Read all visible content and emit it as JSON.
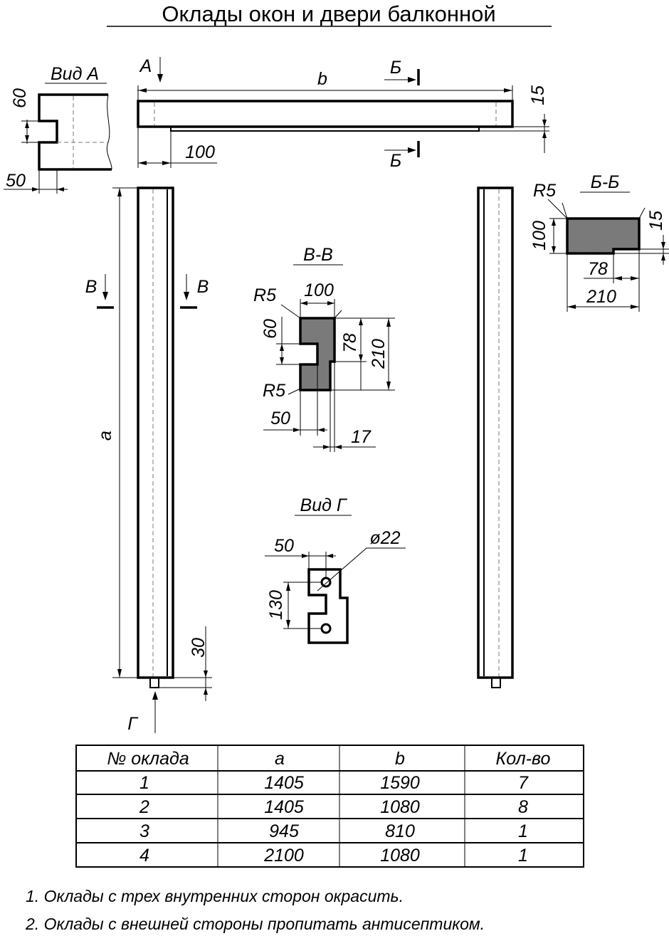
{
  "title": "Оклады окон и двери балконной",
  "views": {
    "view_a": "Вид А",
    "view_g": "Вид Г",
    "section_bb": "Б-Б",
    "section_vv": "В-В"
  },
  "markers": {
    "a": "А",
    "b_cut": "Б",
    "v_cut": "В",
    "g": "Г"
  },
  "dims": {
    "b": "b",
    "a": "a",
    "d15": "15",
    "d100": "100",
    "d60": "60",
    "d50": "50",
    "d30": "30",
    "r5": "R5",
    "d78": "78",
    "d210": "210",
    "d17": "17",
    "d130": "130",
    "d22": "ø22"
  },
  "table": {
    "headers": [
      "№ оклада",
      "a",
      "b",
      "Кол-во"
    ],
    "rows": [
      [
        "1",
        "1405",
        "1590",
        "7"
      ],
      [
        "2",
        "1405",
        "1080",
        "8"
      ],
      [
        "3",
        "945",
        "810",
        "1"
      ],
      [
        "4",
        "2100",
        "1080",
        "1"
      ]
    ]
  },
  "notes": [
    "1. Оклады с трех внутренних сторон окрасить.",
    "2. Оклады с внешней стороны пропитать антисептиком."
  ]
}
